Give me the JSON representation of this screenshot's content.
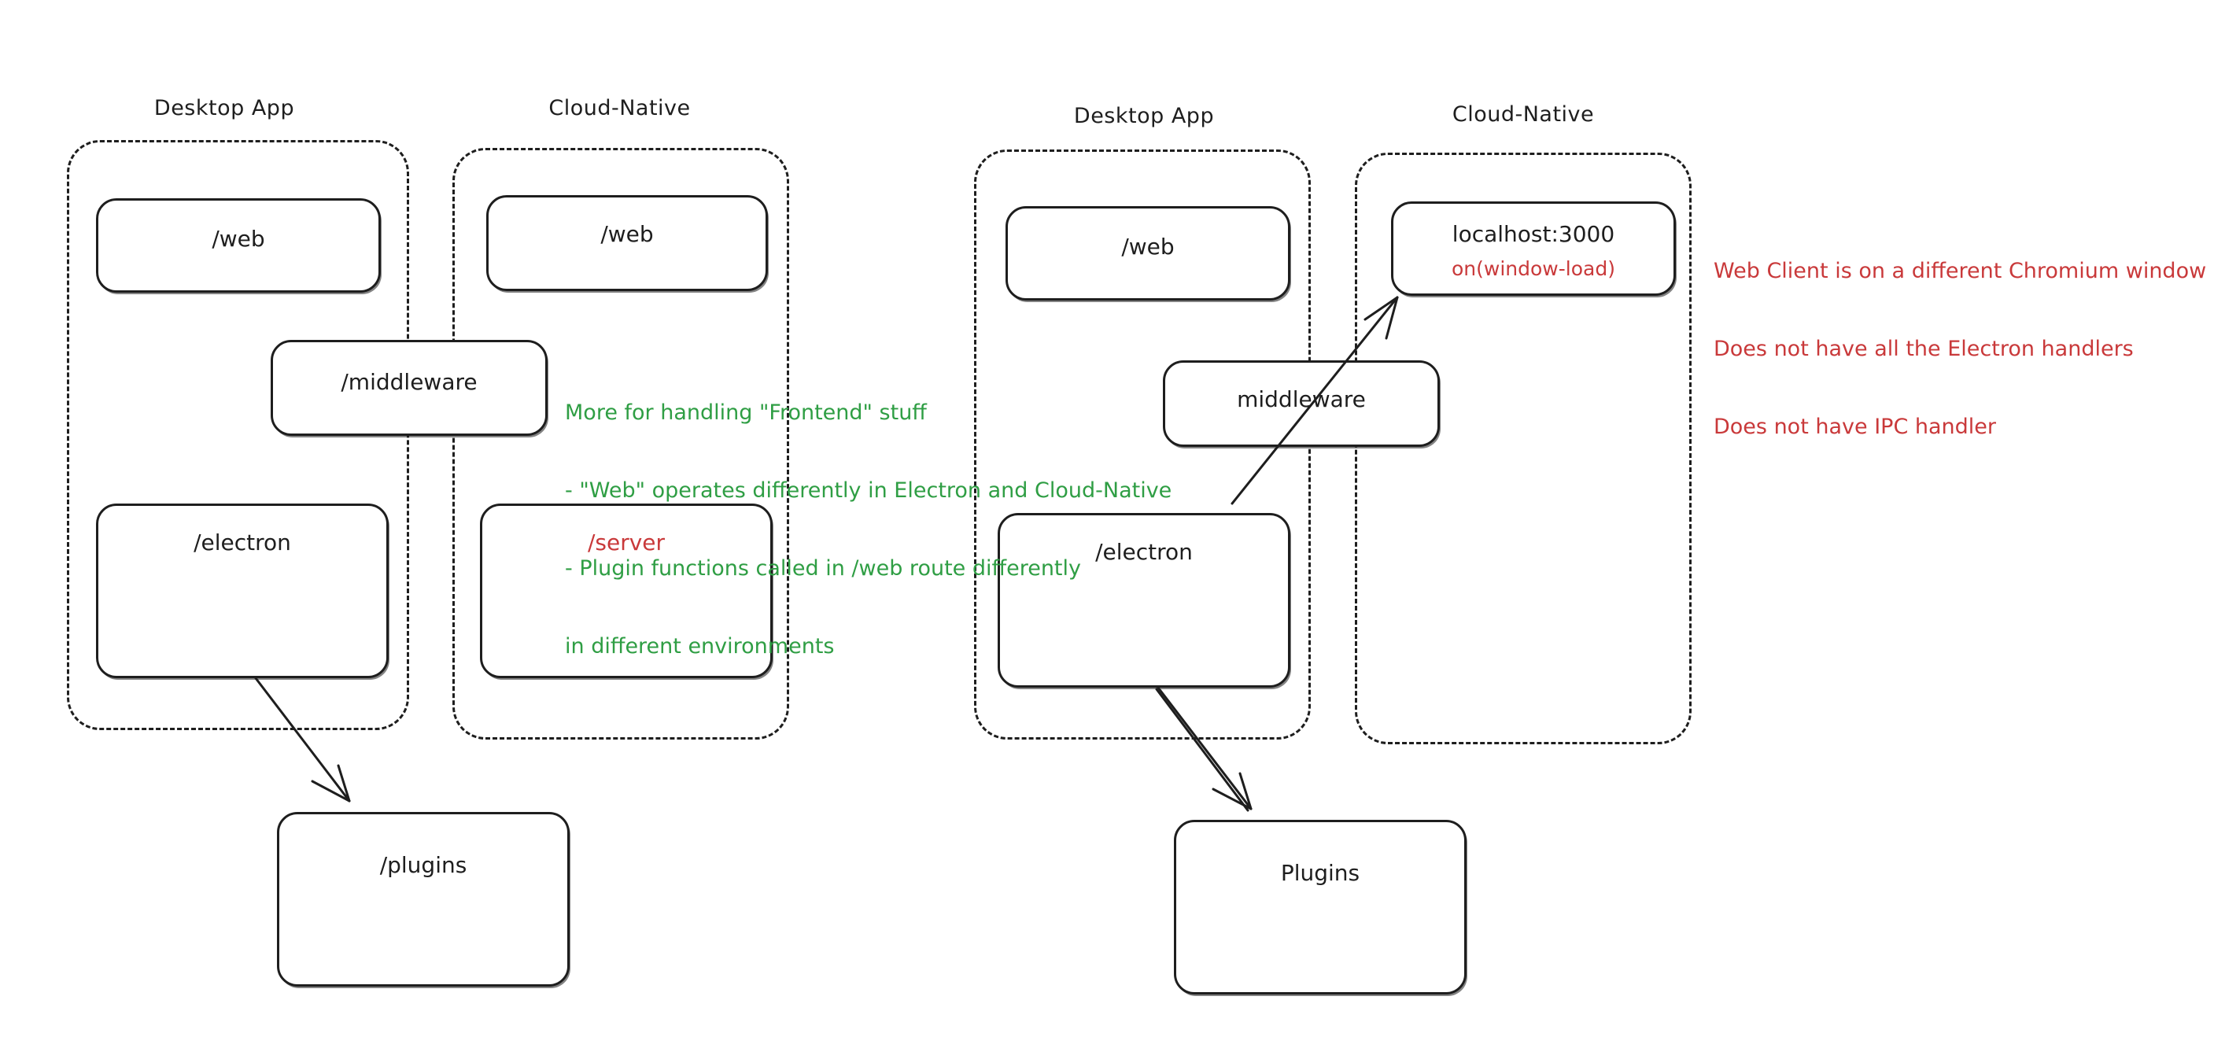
{
  "diagram": {
    "title": "Electron Desktop App vs Cloud-Native architecture comparison",
    "colors": {
      "stroke": "#1e1e1e",
      "green_note": "#2f9e44",
      "red_note": "#c9393a",
      "background": "#ffffff"
    },
    "left_diagram": {
      "groups": [
        {
          "label": "Desktop App",
          "nodes": [
            "/web",
            "/electron"
          ]
        },
        {
          "label": "Cloud-Native",
          "nodes": [
            "/web",
            "/server"
          ]
        }
      ],
      "group_labels": {
        "desktop_app": "Desktop App",
        "cloud_native": "Cloud-Native"
      },
      "nodes": {
        "web_desktop": "/web",
        "web_cloud": "/web",
        "middleware": "/middleware",
        "electron": "/electron",
        "server": "/server",
        "plugins": "/plugins"
      }
    },
    "right_diagram": {
      "group_labels": {
        "desktop_app": "Desktop App",
        "cloud_native": "Cloud-Native"
      },
      "nodes": {
        "web_desktop": "/web",
        "localhost": "localhost:3000",
        "localhost_sub": "on(window-load)",
        "middleware": "middleware",
        "electron": "/electron",
        "plugins": "Plugins"
      }
    },
    "notes": {
      "green": {
        "lines": [
          "More for handling \"Frontend\" stuff",
          "- \"Web\" operates differently in Electron and Cloud-Native",
          "- Plugin functions called in /web route differently",
          "in different environments"
        ]
      },
      "red": {
        "lines": [
          "Web Client is on a different Chromium window",
          "Does not have all the Electron handlers",
          "Does not have IPC handler"
        ]
      }
    }
  }
}
